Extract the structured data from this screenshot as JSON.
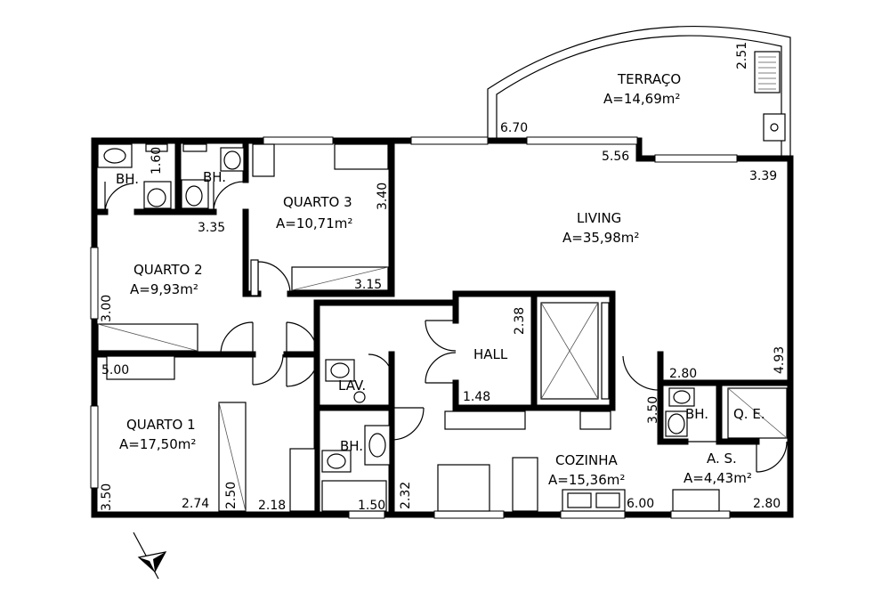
{
  "rooms": {
    "terraco": {
      "name": "TERRAÇO",
      "area": "A=14,69m²"
    },
    "living": {
      "name": "LIVING",
      "area": "A=35,98m²"
    },
    "quarto3": {
      "name": "QUARTO 3",
      "area": "A=10,71m²"
    },
    "quarto2": {
      "name": "QUARTO 2",
      "area": "A=9,93m²"
    },
    "quarto1": {
      "name": "QUARTO 1",
      "area": "A=17,50m²"
    },
    "cozinha": {
      "name": "COZINHA",
      "area": "A=15,36m²"
    },
    "as": {
      "name": "A. S.",
      "area": "A=4,43m²"
    },
    "hall": {
      "name": "HALL"
    },
    "lav": {
      "name": "LAV."
    },
    "bh_top_left": {
      "name": "BH."
    },
    "bh_top_mid": {
      "name": "BH."
    },
    "bh_center": {
      "name": "BH."
    },
    "bh_service": {
      "name": "BH."
    },
    "qe": {
      "name": "Q. E."
    }
  },
  "dimensions": {
    "terraco_depth": "2.51",
    "terraco_width": "6.70",
    "living_top": "5.56",
    "living_right_top": "3.39",
    "living_depth": "4.93",
    "service_top": "2.80",
    "service_bottom": "2.80",
    "service_depth": "3.50",
    "quarto3_depth": "3.40",
    "quarto3_width": "3.15",
    "bh_top_depth": "1.60",
    "quarto2_width": "3.35",
    "quarto2_depth": "3.00",
    "hall_depth": "2.38",
    "hall_width": "1.48",
    "quarto1_width": "5.00",
    "quarto1_depth": "3.50",
    "quarto1_bottom": "2.74",
    "closet_depth": "2.50",
    "closet_width": "2.18",
    "bh_center_width": "1.50",
    "cozinha_depth": "2.32",
    "cozinha_width": "6.00"
  }
}
